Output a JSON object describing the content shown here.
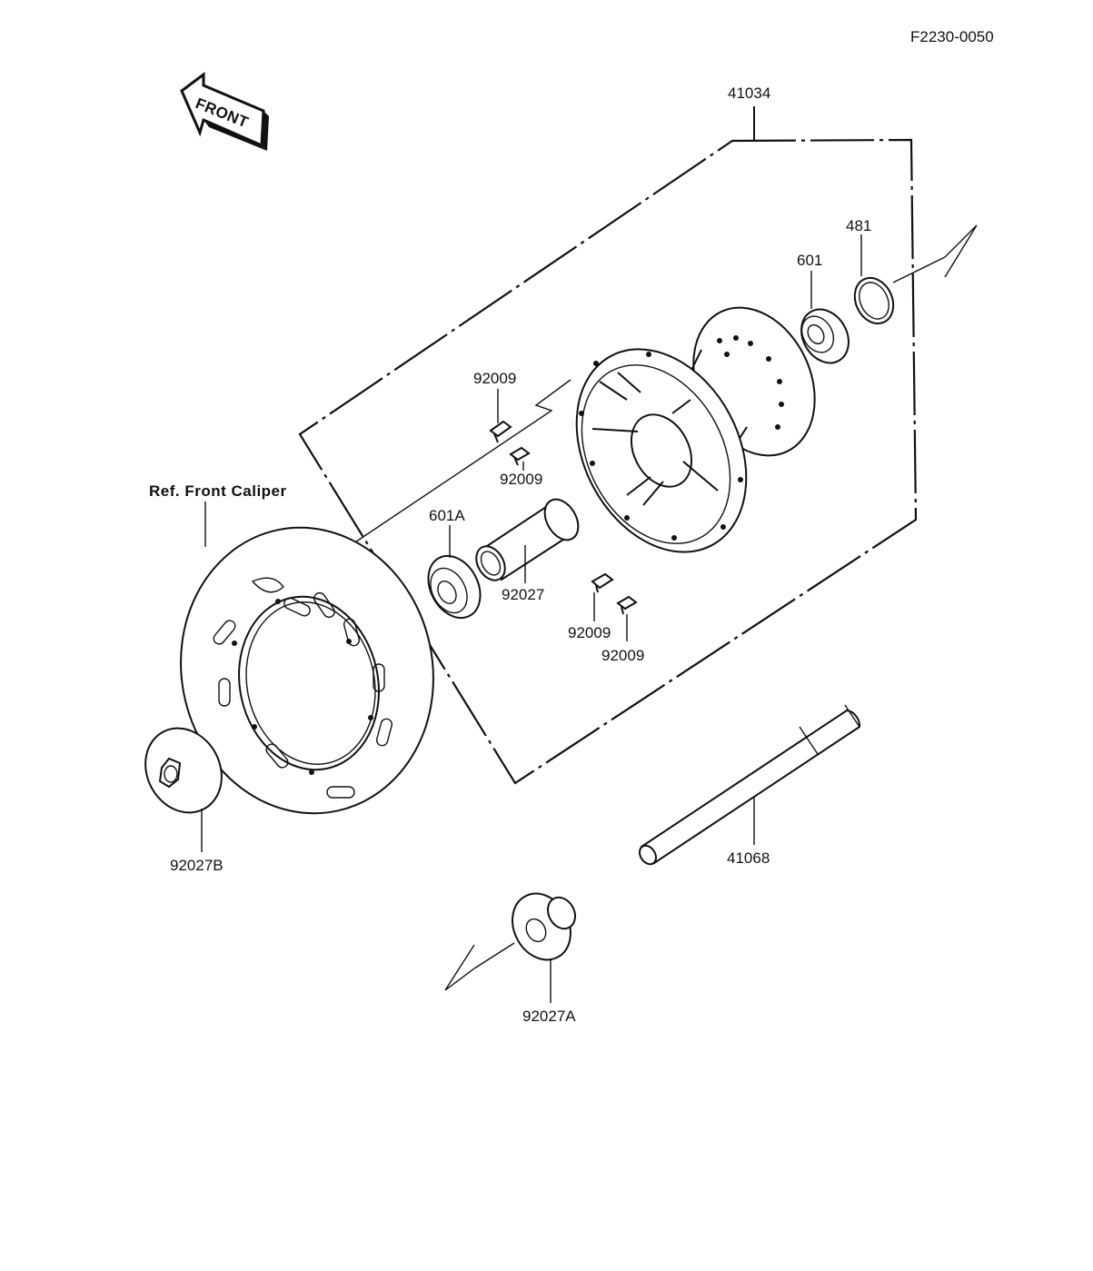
{
  "document_code": "F2230-0050",
  "front_marker": "FRONT",
  "reference_label": "Ref. Front Caliper",
  "callouts": {
    "assembly_41034": "41034",
    "circlip_481": "481",
    "bearing_601": "601",
    "bearing_601a": "601A",
    "screw_92009_a": "92009",
    "screw_92009_b": "92009",
    "screw_92009_c": "92009",
    "screw_92009_d": "92009",
    "spacer_92027": "92027",
    "collar_92027b": "92027B",
    "collar_92027a": "92027A",
    "axle_41068": "41068"
  }
}
